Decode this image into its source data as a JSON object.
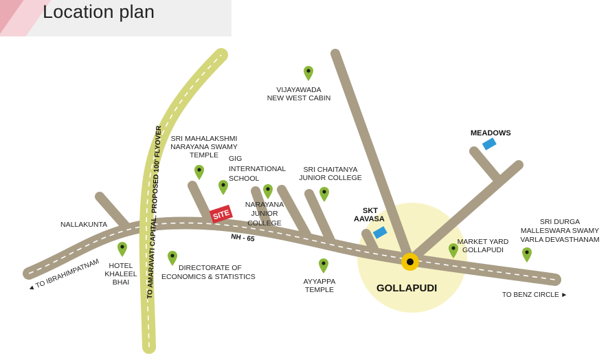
{
  "header": {
    "title": "Location plan"
  },
  "roads": {
    "nh": "NH - 65",
    "flyover": "TO AMARAVATI CAPITAL.  PROPOSED 100' FLYOVER",
    "to_ibrahimpatnam": "TO IBRAHIMPATNAM",
    "to_benz_circle": "TO BENZ CIRCLE"
  },
  "site_label": "SITE",
  "center": "GOLLAPUDI",
  "places": {
    "nallakunta": "NALLAKUNTA",
    "vijayawada": [
      "VIJAYAWADA",
      "NEW WEST CABIN"
    ],
    "meadows": "MEADOWS",
    "mahalakshmi": [
      "SRI MAHALAKSHMI",
      "NARAYANA SWAMY",
      "TEMPLE"
    ],
    "gig": [
      "GIG",
      "INTERNATIONAL",
      "SCHOOL"
    ],
    "chaitanya": [
      "SRI CHAITANYA",
      "JUNIOR COLLEGE"
    ],
    "narayana": [
      "NARAYANA",
      "JUNIOR",
      "COLLEGE"
    ],
    "skt": [
      "SKT",
      "AAVASA"
    ],
    "market_yard": [
      "MARKET YARD",
      "GOLLAPUDI"
    ],
    "durga": [
      "SRI DURGA",
      "MALLESWARA SWAMY",
      "VARLA DEVASTHANAM"
    ],
    "hotel": [
      "HOTEL",
      "KHALEEL",
      "BHAI"
    ],
    "directorate": [
      "DIRECTORATE OF",
      "ECONOMICS & STATISTICS"
    ],
    "ayyappa": [
      "AYYAPPA",
      "TEMPLE"
    ]
  },
  "colors": {
    "road": "#a99d86",
    "flyover": "#d4d67a",
    "pin": "#8ab83a",
    "site": "#d6303a",
    "blue_marker": "#2f9ad8",
    "highlight": "#f8f3c4",
    "center_dot": "#f2c500"
  }
}
